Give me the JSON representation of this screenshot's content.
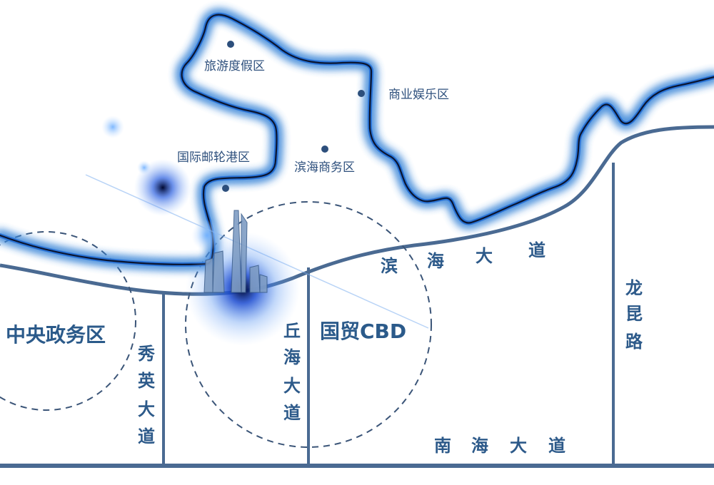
{
  "pois": [
    {
      "id": "lvyou",
      "label": "旅游度假区"
    },
    {
      "id": "shangye",
      "label": "商业娱乐区"
    },
    {
      "id": "youlun",
      "label": "国际邮轮港区"
    },
    {
      "id": "binhai",
      "label": "滨海商务区"
    }
  ],
  "districts": {
    "central": "中央政务区",
    "cbd": "国贸CBD"
  },
  "roads": {
    "binhai_avenue": "滨海大道",
    "nanhai_avenue": "南海大道",
    "longkun_road": "龙昆路",
    "xiuying_avenue": "秀英大道",
    "qiuhai_avenue": "丘海大道"
  },
  "colors": {
    "road": "#4a6a92",
    "coast_glow": "#3a86d8",
    "coast_core": "#0a1530",
    "dashed_circle": "#3b5578",
    "text_blue": "#2b5a8a"
  }
}
